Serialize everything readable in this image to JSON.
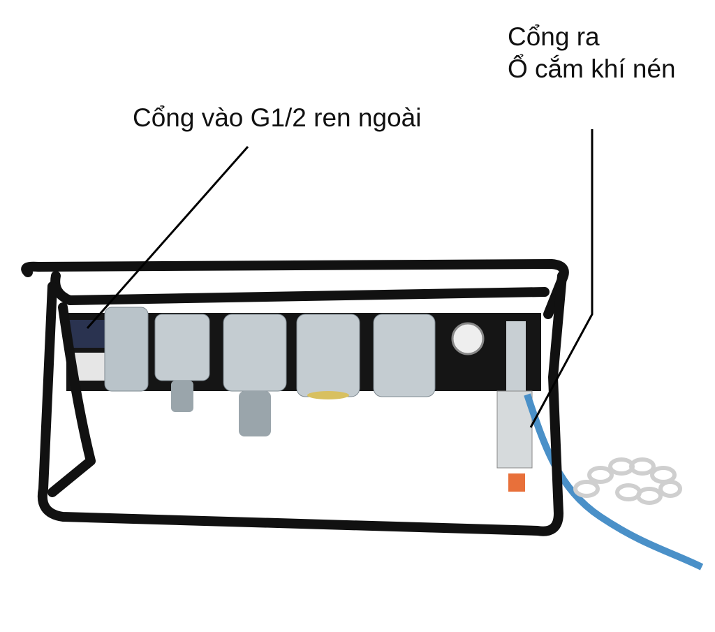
{
  "labels": {
    "inlet": "Cổng vào G1/2 ren ngoài",
    "outlet_line1": "Cổng ra",
    "outlet_line2": "Ổ cắm khí nén"
  },
  "colors": {
    "frame": "#111111",
    "filter_body": "#b8c2c8",
    "hose": "#4a90c8",
    "fitting": "#e8703a"
  }
}
